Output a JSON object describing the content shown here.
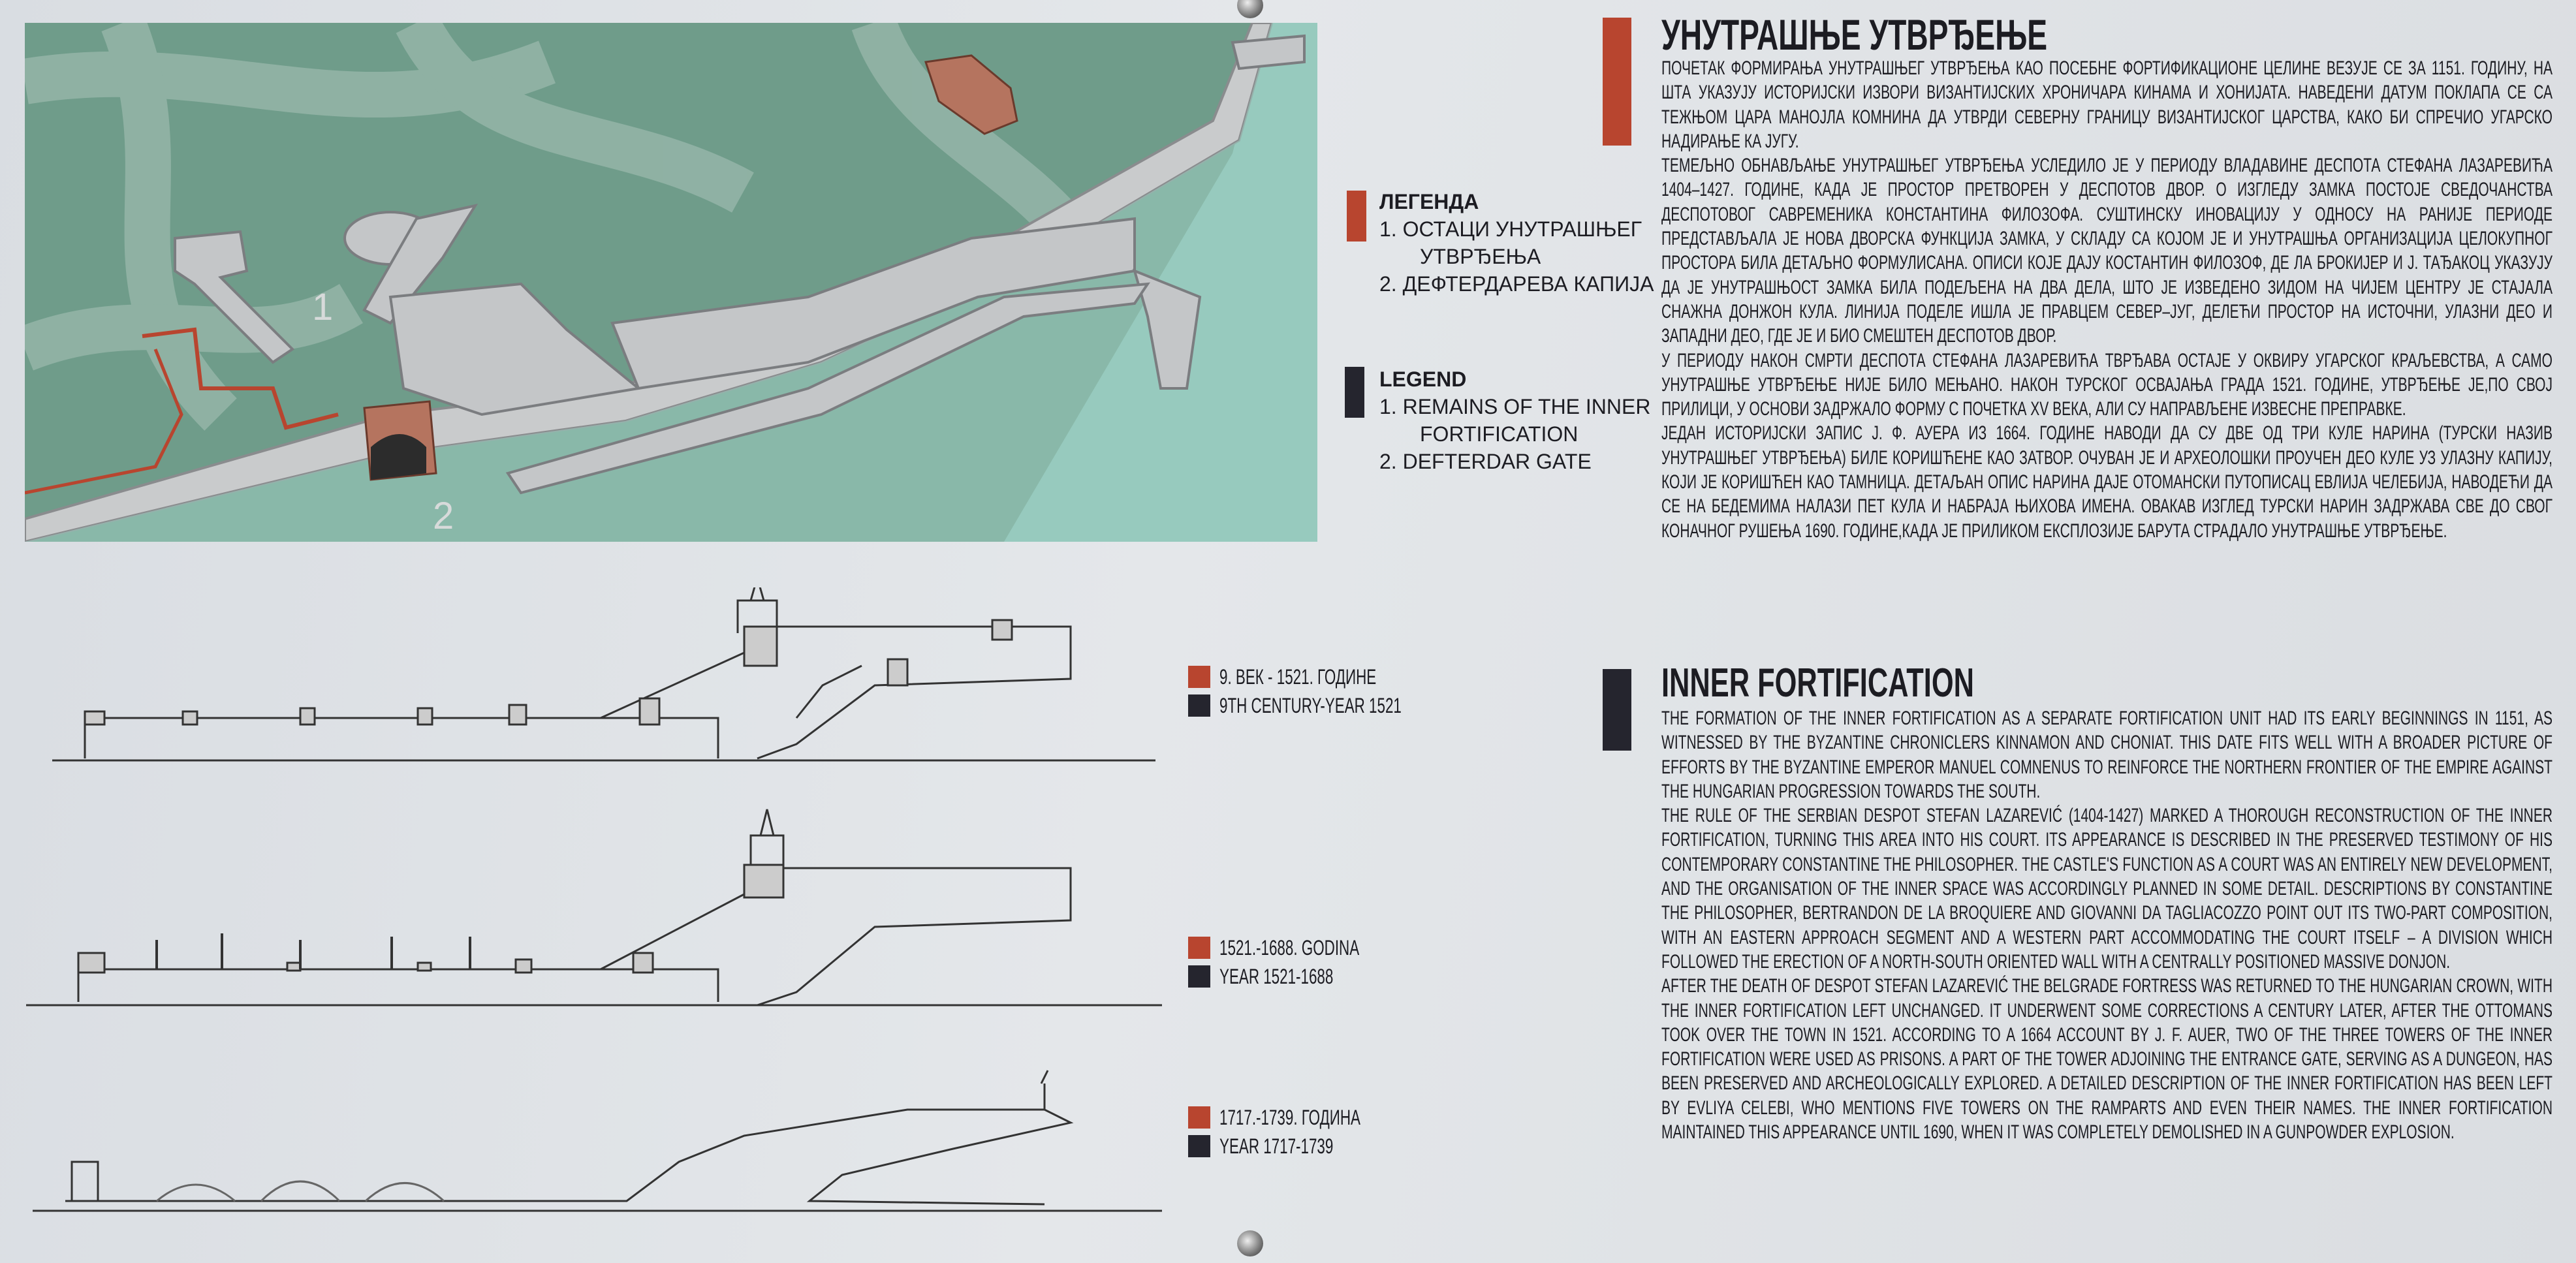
{
  "colors": {
    "accent_red": "#b8452f",
    "accent_dark": "#25252e",
    "map_green": "#6f9c8a"
  },
  "map": {
    "labels": [
      "1",
      "2"
    ]
  },
  "legend_sr": {
    "title": "ЛЕГЕНДА",
    "items": [
      "1. ОСТАЦИ УНУТРАШЊЕГ",
      "УТВРЂЕЊА",
      "2. ДЕФТЕРДАРЕВА КАПИЈА"
    ]
  },
  "legend_en": {
    "title": "LEGEND",
    "items": [
      "1. REMAINS OF THE INNER",
      "FORTIFICATION",
      "2. DEFTERDAR GATE"
    ]
  },
  "eras": [
    {
      "sr": "9. ВЕК - 1521. ГОДИНЕ",
      "en": "9TH CENTURY-YEAR 1521"
    },
    {
      "sr": "1521.-1688. GODINA",
      "en": "YEAR 1521-1688"
    },
    {
      "sr": "1717.-1739. ГОДИНА",
      "en": "YEAR 1717-1739"
    }
  ],
  "section_sr": {
    "title": "УНУТРАШЊЕ УТВРЂЕЊЕ",
    "paragraphs": [
      "Почетак формирања унутрашњег утврђења као посебне фортификационе целине везује се за 1151. годину, на шта указују историјски извори византијских хроничара Кинама и Хонијата. Наведени датум поклапа се са тежњом цара Манојла Комнина да утврди северну границу византијског царства, како би спречио угарско надирање ка југу.",
      "Темељно обнављање унутрашњег утврђења уследило је у периоду владавине деспота Стефана Лазаревића 1404–1427. године, када је простор претворен у деспотов двор. О изгледу замка постоје сведочанства деспотовог савременика Константина Филозофа. Суштинску иновацију у односу на раније периоде представљала је нова дворска функција замка, у складу са којом је и унутрашња организација целокупног простора била детаљно формулисана. Описи које дају Костантин Филозоф, де ла Брокијер и Ј. Тађакоц указују да је унутрашњост замка била подељена на два дела, што је изведено зидом на чијем центру је стајала снажна донжон кула. Линија поделе ишла је правцем север–југ, делећи простор на источни, улазни део и западни део, где је и био смештен деспотов двор.",
      "У периоду након смрти деспота Стефана Лазаревића тврђава остаје у оквиру угарског краљевства, а само унутрашње утврђење није било мењано. Након турског освајања града 1521. године, утврђење је,по свој прилици, у основи задржало форму с почетка XV века, али су направљене извесне преправке.",
      "Један историјски запис Ј. Ф. Ауера из 1664. године наводи да су две од три куле Нарина (турски назив унутрашњег утврђења) биле коришћене као затвор. Очуван је и археолошки проучен део куле уз улазну капију, који је коришћен као тамница. Детаљан опис Нарина даје отомански путописац Евлија Челебија, наводећи да се на бедемима налази пет кула и набраја њихова имена. Овакав изглед турски Нарин задржава све до свог коначног рушења 1690. године,када је приликом експлозије барута страдало унутрашње утврђење."
    ]
  },
  "section_en": {
    "title": "INNER FORTIFICATION",
    "paragraphs": [
      "The formation of the inner fortification as a separate fortification unit had its early beginnings in 1151, as witnessed by the Byzantine chroniclers Kinnamon and Choniat. This date fits well with a broader picture of efforts by the Byzantine emperor Manuel Comnenus to reinforce the northern frontier of the empire against the Hungarian progression towards the south.",
      "The rule of the Serbian despot Stefan Lazarević (1404-1427) marked a thorough reconstruction of the inner fortification, turning this area into his court. Its appearance is described in the preserved testimony of his contemporary Constantine the Philosopher. The castle's function as a court was an entirely new development, and the organisation of the inner space was accordingly planned in some detail. Descriptions by Constantine the Philosopher, Bertrandon de la Broquiere and Giovanni da Tagliacozzo point out its two-part composition, with an eastern approach segment and a western part accommodating the court itself – a division which followed the erection of a north-south oriented wall with a centrally positioned massive donjon.",
      "After the death of despot Stefan Lazarević the Belgrade fortress was returned to the Hungarian crown, with the inner fortification left unchanged. It underwent some corrections a century later, after the Ottomans took over the town in 1521. According to a 1664 account by J. F. Auer, two of the three towers of the inner fortification were used as prisons. A part of the tower adjoining the entrance gate, serving  as a dungeon, has been preserved and archeologically explored. A detailed description of the inner fortification has been left by Evliya Celebi, who mentions five towers on the ramparts and even their names. The inner fortification maintained this appearance until 1690, when it was completely demolished in a gunpowder explosion."
    ]
  }
}
